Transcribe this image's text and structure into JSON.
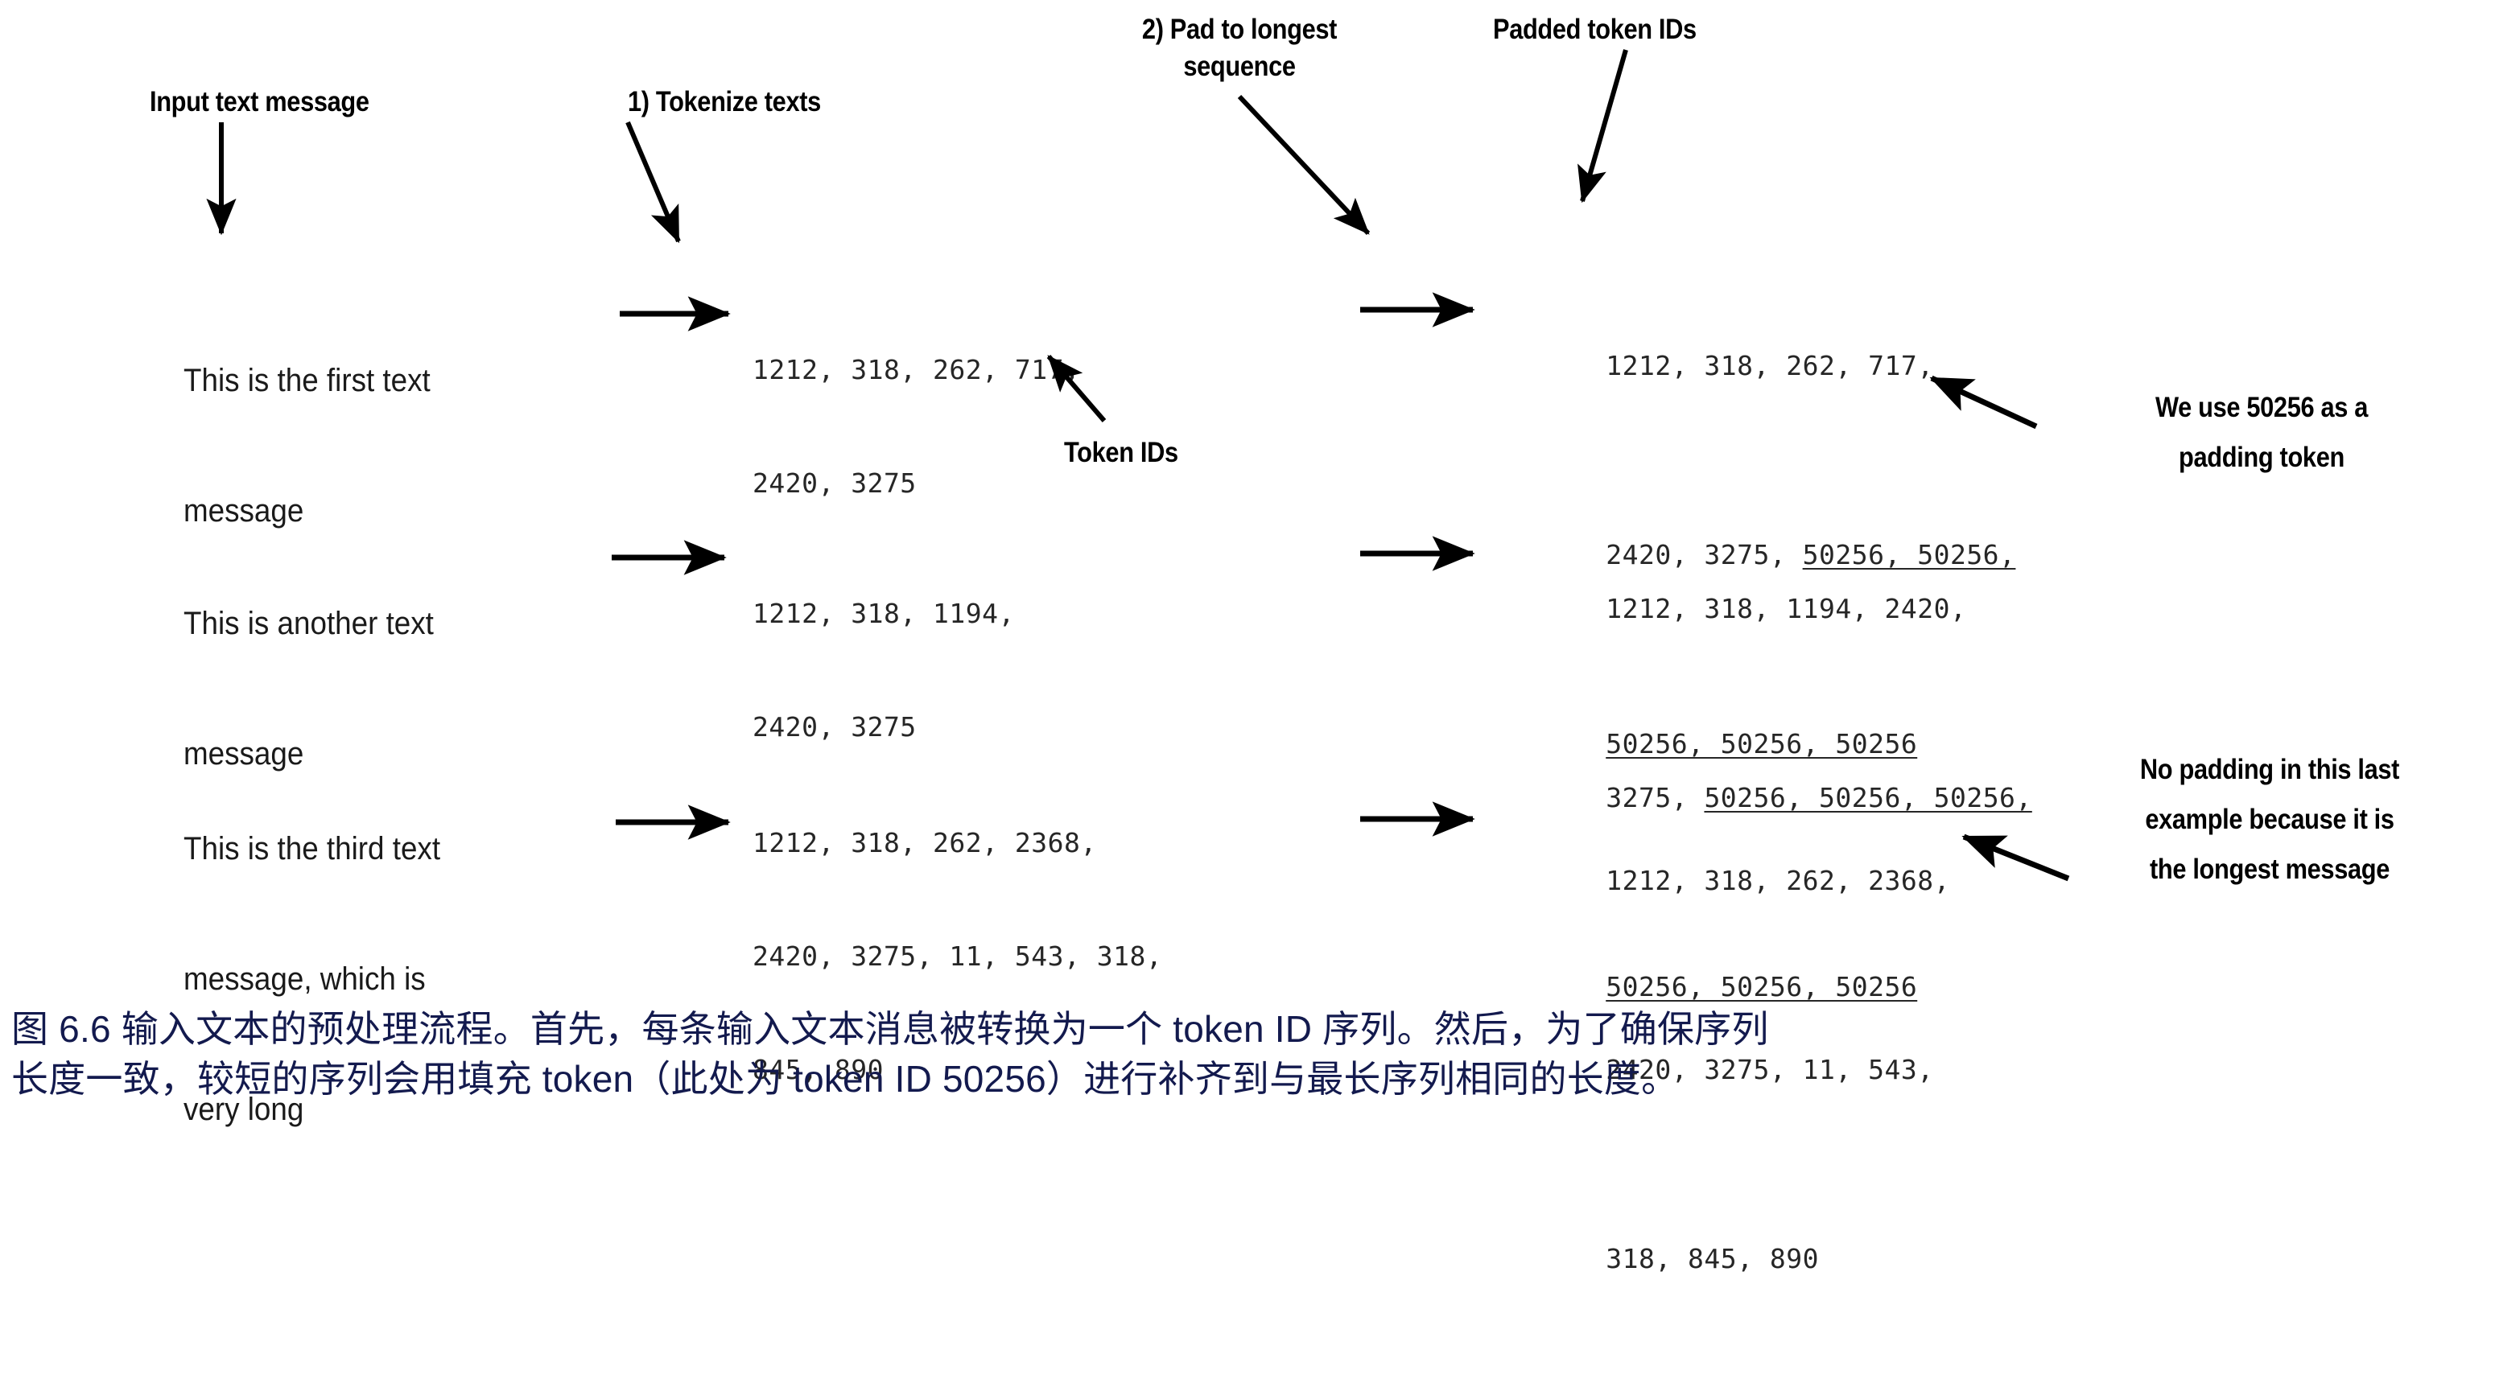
{
  "figure": {
    "headings": {
      "input_text_message": "Input text message",
      "tokenize_texts": "1) Tokenize texts",
      "pad_to_longest_line1": "2) Pad to longest",
      "pad_to_longest_line2": "sequence",
      "padded_token_ids": "Padded token IDs",
      "token_ids": "Token IDs"
    },
    "annotations": {
      "padding_token_line1": "We use 50256 as a",
      "padding_token_line2": "padding token",
      "no_padding_line1": "No padding in this last",
      "no_padding_line2": "example because it is",
      "no_padding_line3": "the longest message"
    },
    "rows": [
      {
        "message_lines": [
          "This is the first text",
          "message"
        ],
        "token_lines": [
          "1212, 318, 262, 717,",
          "2420, 3275"
        ],
        "padded_lines": [
          [
            {
              "t": "1212, 318, 262, 717,",
              "pad": false
            }
          ],
          [
            {
              "t": "2420, 3275, ",
              "pad": false
            },
            {
              "t": "50256, 50256,",
              "pad": true
            }
          ],
          [
            {
              "t": "50256, 50256, 50256",
              "pad": true
            }
          ]
        ]
      },
      {
        "message_lines": [
          "This is another text",
          "message"
        ],
        "token_lines": [
          "1212, 318, 1194,",
          "2420, 3275"
        ],
        "padded_lines": [
          [
            {
              "t": "1212, 318, 1194, 2420,",
              "pad": false
            }
          ],
          [
            {
              "t": "3275, ",
              "pad": false
            },
            {
              "t": "50256, 50256, 50256,",
              "pad": true
            }
          ],
          [
            {
              "t": "50256, 50256, 50256",
              "pad": true
            }
          ]
        ]
      },
      {
        "message_lines": [
          "This is the third text",
          "message, which is",
          "very long"
        ],
        "token_lines": [
          "1212, 318, 262, 2368,",
          "2420, 3275, 11, 543, 318,",
          "845, 890"
        ],
        "padded_lines": [
          [
            {
              "t": "1212, 318, 262, 2368,",
              "pad": false
            }
          ],
          [
            {
              "t": "2420, 3275, 11, 543,",
              "pad": false
            }
          ],
          [
            {
              "t": "318, 845, 890",
              "pad": false
            }
          ]
        ]
      }
    ]
  },
  "caption": {
    "line1": "图 6.6 输入文本的预处理流程。首先，每条输入文本消息被转换为一个 token ID 序列。然后，为了确保序列",
    "line2": "长度一致，较短的序列会用填充 token（此处为 token ID 50256）进行补齐到与最长序列相同的长度。"
  },
  "colors": {
    "caption_text": "#131a4e",
    "diagram_text": "#000000",
    "token_text": "#262626",
    "background": "#ffffff"
  }
}
